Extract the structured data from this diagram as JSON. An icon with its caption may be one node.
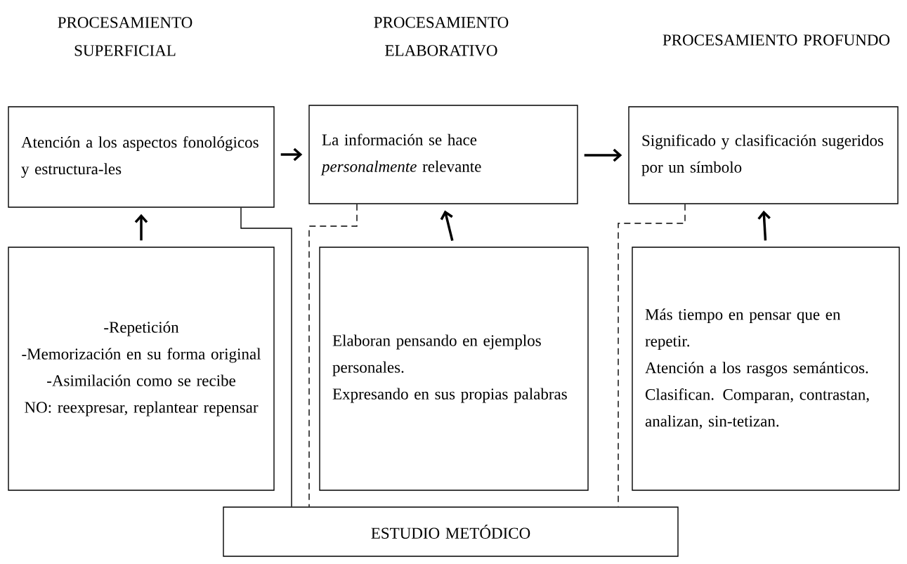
{
  "diagram": {
    "nodes": [
      {
        "text": [
          "Atención a los aspectos fonológicos y estructura-les"
        ]
      },
      {
        "text": [
          "La información se hace *personalmente* relevante"
        ]
      },
      {
        "text": [
          "Significado y clasificación sugeridos por un símbolo"
        ]
      },
      {
        "text": [
          "-Repetición",
          "-Memorización en su forma original",
          "-Asimilación como se recibe",
          "NO: reexpresar, replantear repensar"
        ]
      },
      {
        "text": [
          "Elaboran pensando en ejemplos personales.",
          "Expresando en sus propias palabras"
        ]
      },
      {
        "text": [
          "Más tiempo en pensar que en repetir.",
          "Atención a los rasgos semánticos.",
          "Clasifican. Comparan, contrastan, analizan, sin-tetizan."
        ]
      },
      {
        "text": [
          "ESTUDIO METÓDICO"
        ]
      }
    ],
    "edges": [
      {
        "from": 0,
        "to": 1,
        "arrow": "to"
      },
      {
        "from": 1,
        "to": 2,
        "arrow": "to"
      },
      {
        "from": 3,
        "to": 0,
        "arrow": "to"
      },
      {
        "from": 4,
        "to": 1,
        "arrow": "to"
      },
      {
        "from": 5,
        "to": 2,
        "arrow": "to"
      },
      {
        "from": 0,
        "to": 6,
        "arrow": "none"
      },
      {
        "from": 1,
        "to": 6,
        "arrow": "none",
        "style": "dashed"
      },
      {
        "from": 2,
        "to": 6,
        "arrow": "none",
        "style": "dashed"
      }
    ],
    "labels": [
      "PROCESAMIENTO SUPERFICIAL",
      "PROCESAMIENTO ELABORATIVO",
      "PROCESAMIENTO PROFUNDO"
    ]
  }
}
